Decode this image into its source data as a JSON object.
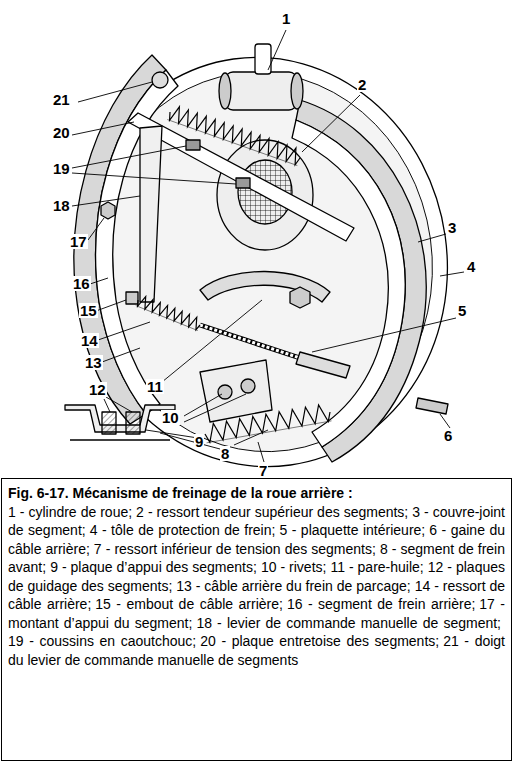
{
  "diagram": {
    "caption": "Fig. 6-17. Mécanisme de freinage de la roue arrière :",
    "labels": [
      "1",
      "2",
      "3",
      "4",
      "5",
      "6",
      "7",
      "8",
      "9",
      "10",
      "11",
      "12",
      "13",
      "14",
      "15",
      "16",
      "17",
      "18",
      "19",
      "20",
      "21",
      "1 - cylindre de roue;",
      "2 - ressort tendeur supérieur des segments;",
      "3 - couvre-joint de segment;",
      "4 - tôle de protection de frein;",
      "5 - plaquette intérieure;",
      "6 - gaine du câble arrière;",
      "7 - ressort inférieur de tension des segments;",
      "8 - segment de frein avant;",
      "9 - plaque d’appui des segments;",
      "10 - rivets;",
      "11 - pare-huile;",
      "12 - plaques de guidage des segments;",
      "13 - câble arrière du frein de parcage;",
      "14 - ressort de câble arrière;",
      "15 - embout de câble arrière;",
      "16 - segment de frein arrière;",
      "17 - montant d’appui du segment;",
      "18 - levier de commande manuelle de segment;",
      "19 - coussins en caoutchouc;",
      "20 - plaque entretoise des segments;",
      "21 - doigt du levier de commande manuelle de segments"
    ]
  }
}
